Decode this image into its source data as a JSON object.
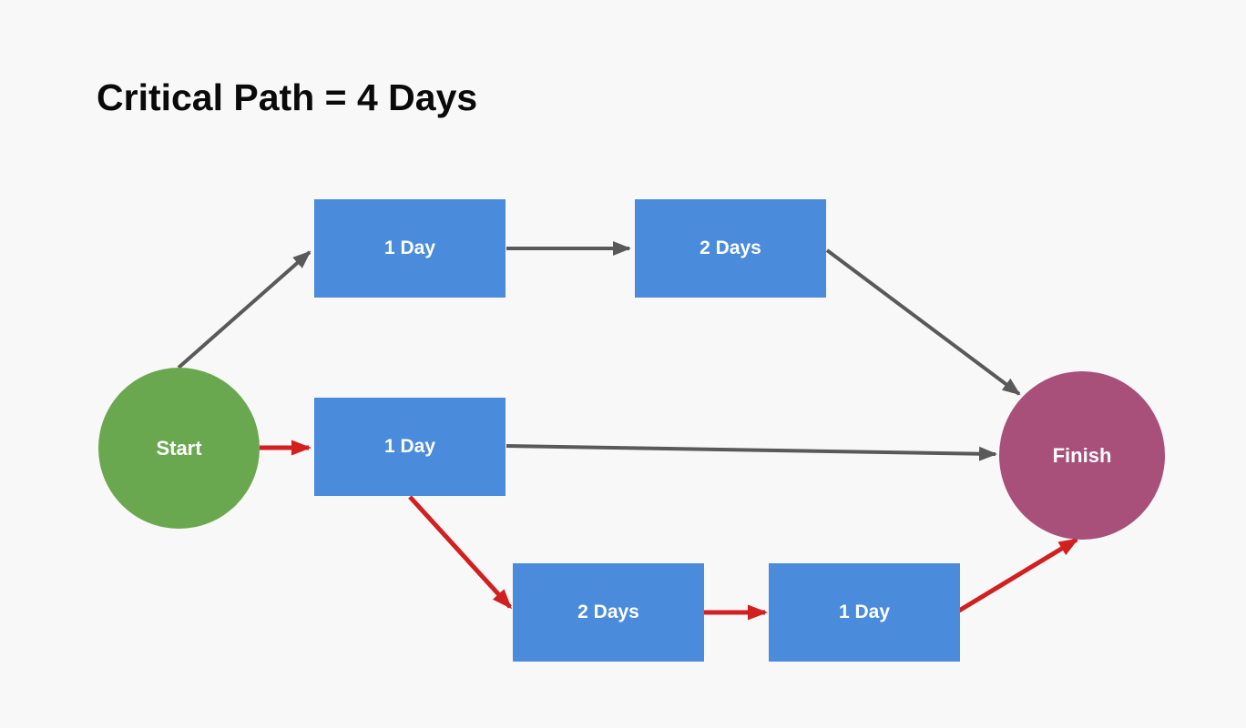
{
  "title": "Critical Path = 4 Days",
  "colors": {
    "background": "#f8f8f8",
    "title_text": "#0a0a0a",
    "node_blue": "#4a8bdc",
    "start_green": "#6aa84f",
    "finish_purple": "#a84f7a",
    "node_text": "#ffffff",
    "edge_gray": "#595959",
    "edge_red": "#d21f1f"
  },
  "nodes": {
    "start": {
      "label": "Start",
      "shape": "circle"
    },
    "task_a": {
      "label": "1 Day",
      "shape": "rect"
    },
    "task_b": {
      "label": "2 Days",
      "shape": "rect"
    },
    "task_c": {
      "label": "1 Day",
      "shape": "rect"
    },
    "task_d": {
      "label": "2 Days",
      "shape": "rect"
    },
    "task_e": {
      "label": "1 Day",
      "shape": "rect"
    },
    "finish": {
      "label": "Finish",
      "shape": "circle"
    }
  },
  "edges": [
    {
      "from": "start",
      "to": "task_a",
      "critical": false
    },
    {
      "from": "task_a",
      "to": "task_b",
      "critical": false
    },
    {
      "from": "task_b",
      "to": "finish",
      "critical": false
    },
    {
      "from": "start",
      "to": "task_c",
      "critical": true
    },
    {
      "from": "task_c",
      "to": "finish",
      "critical": false
    },
    {
      "from": "task_c",
      "to": "task_d",
      "critical": true
    },
    {
      "from": "task_d",
      "to": "task_e",
      "critical": true
    },
    {
      "from": "task_e",
      "to": "finish",
      "critical": true
    }
  ],
  "critical_path_days": "4 Days"
}
